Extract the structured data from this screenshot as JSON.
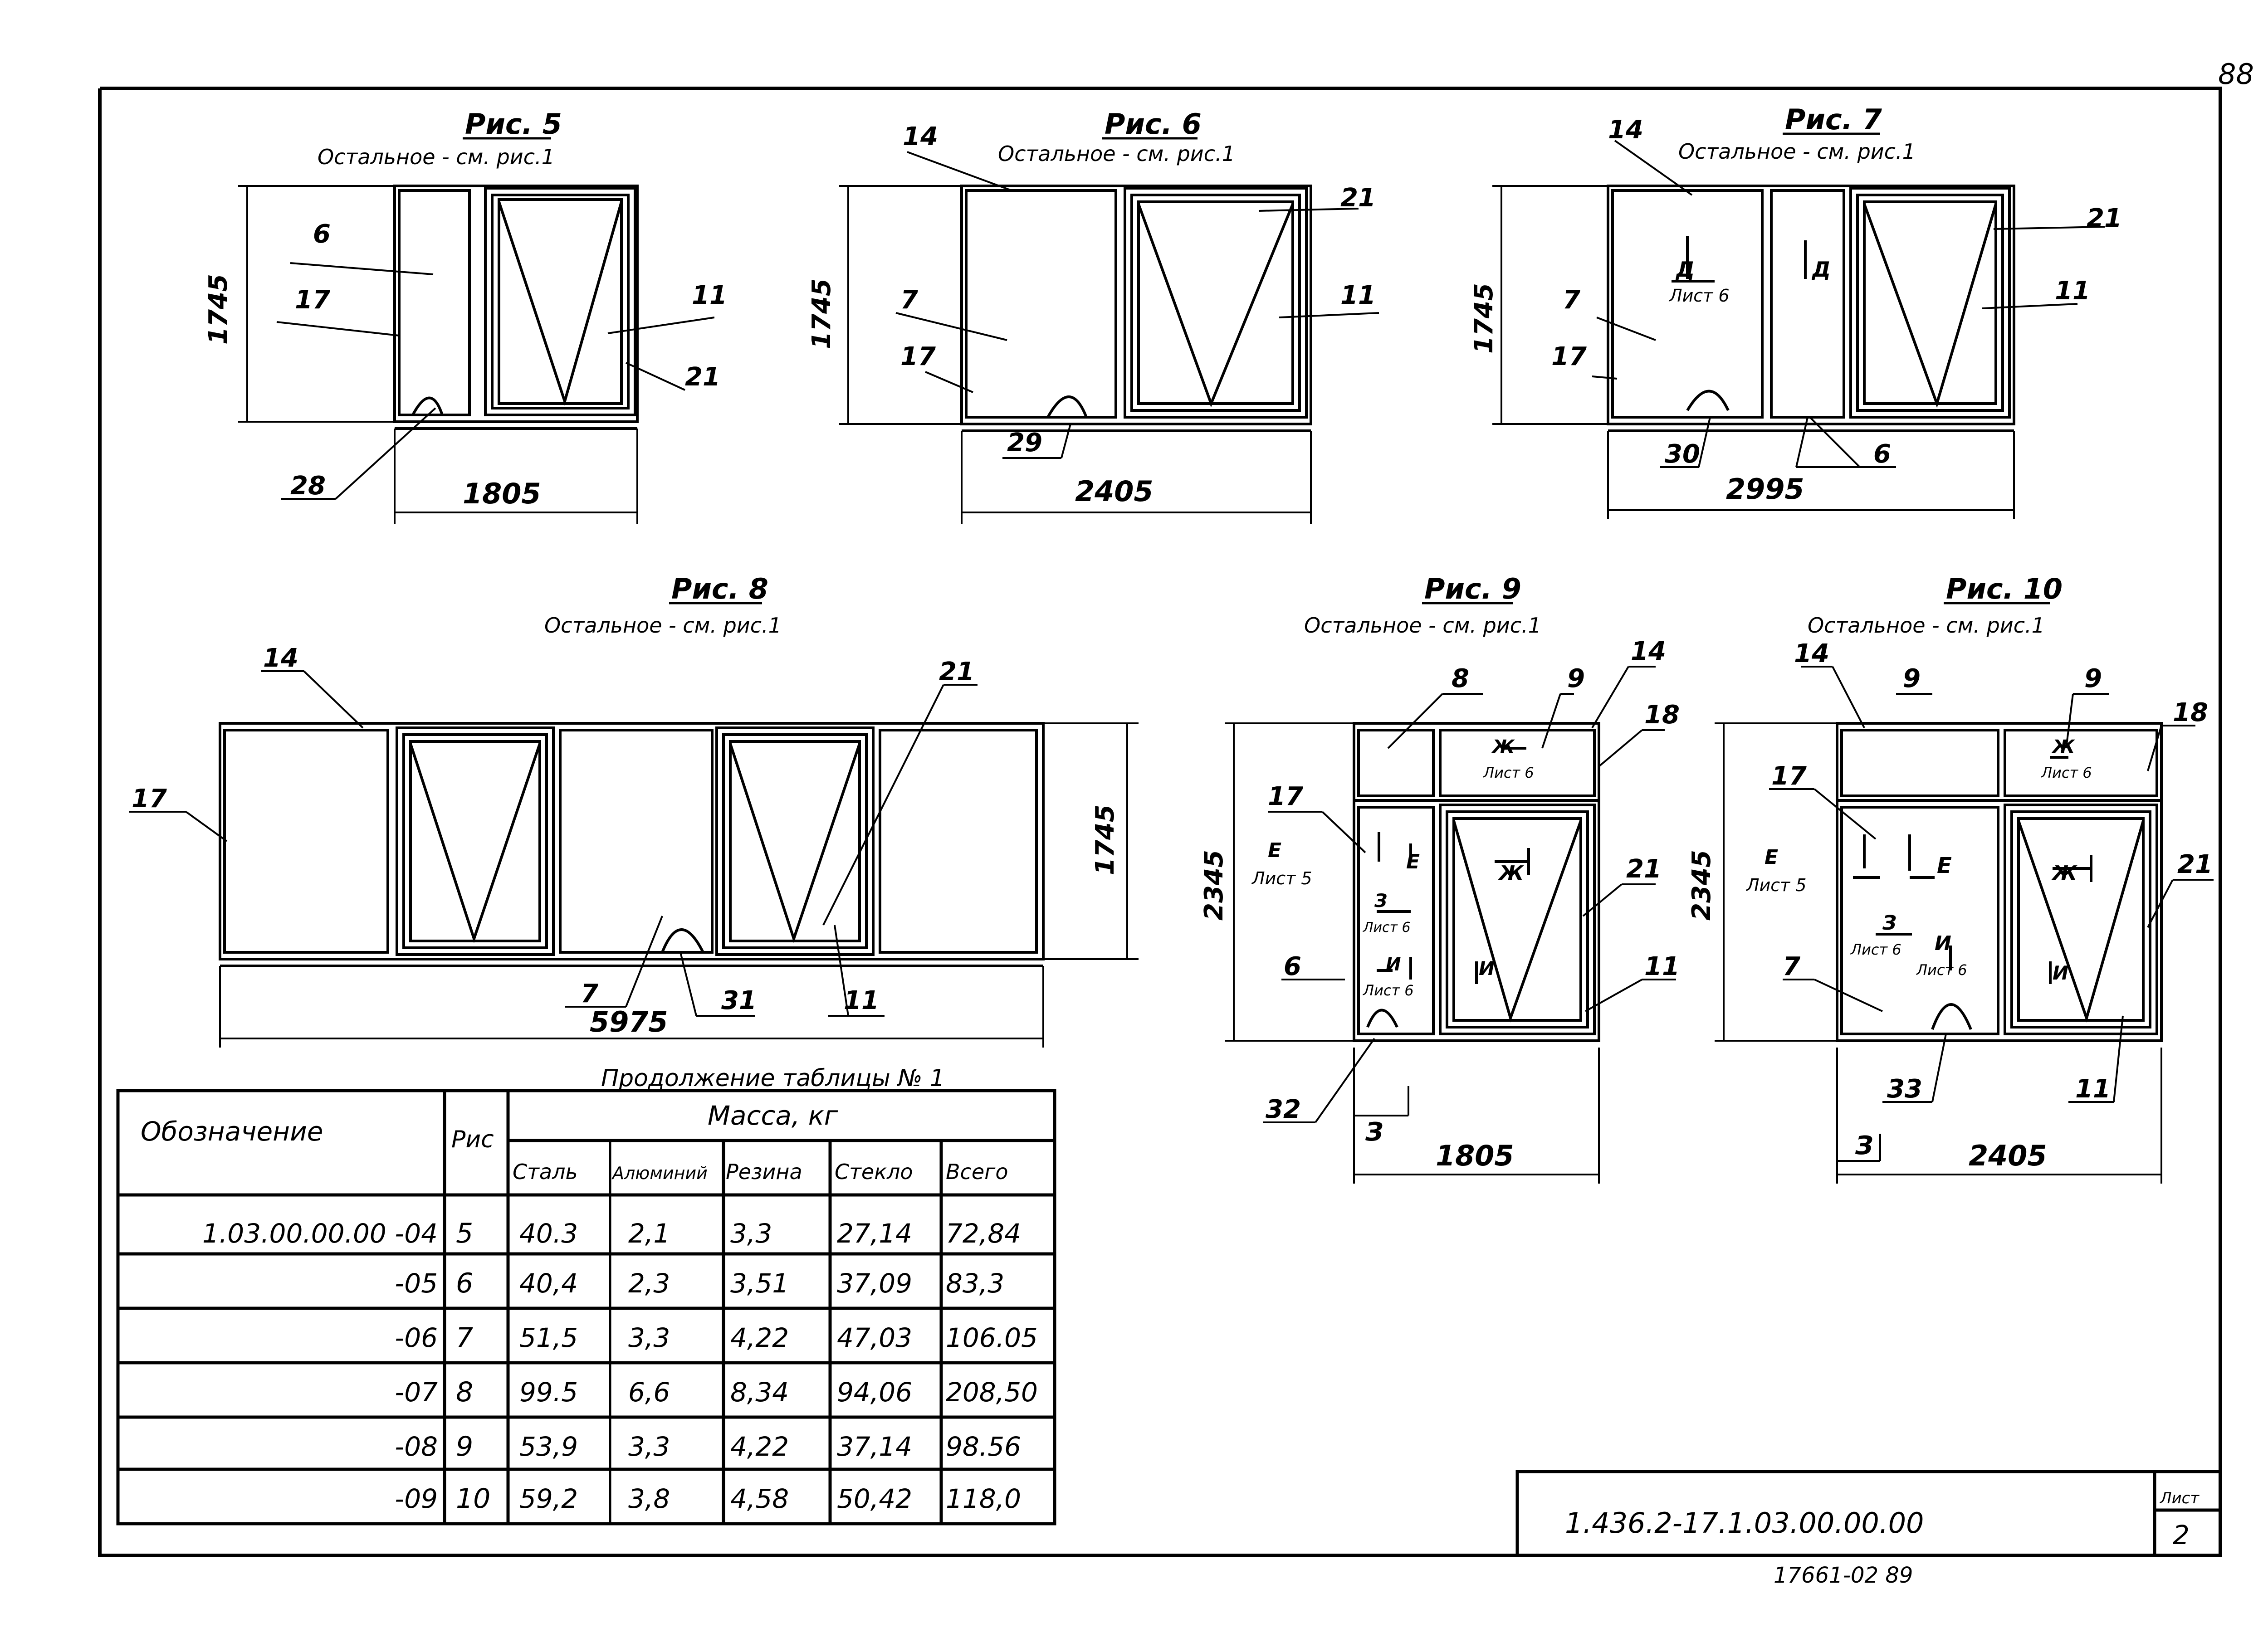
{
  "page_number": "88",
  "figures": [
    {
      "id": "fig5",
      "title": "Рис. 5",
      "subtitle": "Остальное - см. рис.1",
      "width": "1805",
      "height": "1745",
      "callouts": [
        "6",
        "17",
        "11",
        "21",
        "28"
      ]
    },
    {
      "id": "fig6",
      "title": "Рис. 6",
      "subtitle": "Остальное - см. рис.1",
      "width": "2405",
      "height": "1745",
      "callouts": [
        "14",
        "21",
        "7",
        "11",
        "17",
        "29"
      ]
    },
    {
      "id": "fig7",
      "title": "Рис. 7",
      "subtitle": "Остальное - см. рис.1",
      "width": "2995",
      "height": "1745",
      "callouts": [
        "14",
        "21",
        "7",
        "11",
        "17",
        "30",
        "6"
      ],
      "section_marks": [
        "Д",
        "Лист 6",
        "Д"
      ]
    },
    {
      "id": "fig8",
      "title": "Рис. 8",
      "subtitle": "Остальное - см. рис.1",
      "width": "5975",
      "height": "1745",
      "callouts": [
        "14",
        "21",
        "17",
        "7",
        "31",
        "11"
      ]
    },
    {
      "id": "fig9",
      "title": "Рис. 9",
      "subtitle": "Остальное - см. рис.1",
      "width": "1805",
      "height": "2345",
      "callouts": [
        "8",
        "9",
        "14",
        "18",
        "17",
        "21",
        "6",
        "11",
        "32"
      ],
      "section_marks": [
        "Ж",
        "Лист 6",
        "Е",
        "Лист 5",
        "Е",
        "З",
        "Лист 6",
        "Ж",
        "И",
        "Лист 6",
        "И",
        "З"
      ]
    },
    {
      "id": "fig10",
      "title": "Рис. 10",
      "subtitle": "Остальное - см. рис.1",
      "width": "2405",
      "height": "2345",
      "callouts": [
        "14",
        "9",
        "9",
        "18",
        "17",
        "21",
        "7",
        "33",
        "11"
      ],
      "section_marks": [
        "Ж",
        "Лист 6",
        "Е",
        "Лист 5",
        "Е",
        "Ж",
        "З",
        "Лист 6",
        "И",
        "Лист 6",
        "И",
        "З"
      ]
    }
  ],
  "table": {
    "caption": "Продолжение таблицы № 1",
    "header": {
      "designation": "Обозначение",
      "fig": "Рис",
      "mass_group": "Масса, кг"
    },
    "columns": [
      "Сталь",
      "Алюминий",
      "Резина",
      "Стекло",
      "Всего"
    ],
    "rows": [
      {
        "designation": "1.03.00.00.00 -04",
        "fig": "5",
        "steel": "40.3",
        "aluminium": "2,1",
        "rubber": "3,3",
        "glass": "27,14",
        "total": "72,84"
      },
      {
        "designation": "-05",
        "fig": "6",
        "steel": "40,4",
        "aluminium": "2,3",
        "rubber": "3,51",
        "glass": "37,09",
        "total": "83,3"
      },
      {
        "designation": "-06",
        "fig": "7",
        "steel": "51,5",
        "aluminium": "3,3",
        "rubber": "4,22",
        "glass": "47,03",
        "total": "106.05"
      },
      {
        "designation": "-07",
        "fig": "8",
        "steel": "99.5",
        "aluminium": "6,6",
        "rubber": "8,34",
        "glass": "94,06",
        "total": "208,50"
      },
      {
        "designation": "-08",
        "fig": "9",
        "steel": "53,9",
        "aluminium": "3,3",
        "rubber": "4,22",
        "glass": "37,14",
        "total": "98.56"
      },
      {
        "designation": "-09",
        "fig": "10",
        "steel": "59,2",
        "aluminium": "3,8",
        "rubber": "4,58",
        "glass": "50,42",
        "total": "118,0"
      }
    ]
  },
  "stamp": {
    "code": "1.436.2-17.1.03.00.00.00",
    "sheet_label": "Лист",
    "sheet_no": "2"
  },
  "archive_no": "17661-02  89",
  "colors": {
    "ink": "#000000",
    "paper": "#ffffff"
  }
}
